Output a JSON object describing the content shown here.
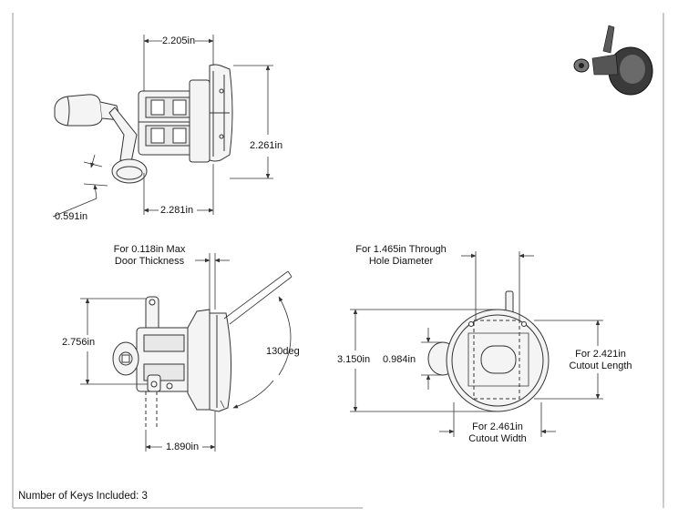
{
  "dimensions": {
    "top_width": "2.205in",
    "top_height": "2.261in",
    "top_bottom_width": "2.281in",
    "top_small": "0.591in",
    "side_height": "2.756in",
    "side_width": "1.890in",
    "side_angle": "130deg",
    "front_height": "3.150in",
    "front_small": "0.984in"
  },
  "callouts": {
    "door_thickness_line1": "For 0.118in Max",
    "door_thickness_line2": "Door Thickness",
    "hole_line1": "For 1.465in Through",
    "hole_line2": "Hole Diameter",
    "cutout_length_line1": "For 2.421in",
    "cutout_length_line2": "Cutout Length",
    "cutout_width_line1": "For 2.461in",
    "cutout_width_line2": "Cutout Width"
  },
  "note": "Number of Keys Included: 3",
  "colors": {
    "line": "#333333",
    "body_fill": "#f2f2f2",
    "iso_dark": "#3a3a3a"
  },
  "icons": {
    "iso_view": "latch-3d-render-icon"
  }
}
